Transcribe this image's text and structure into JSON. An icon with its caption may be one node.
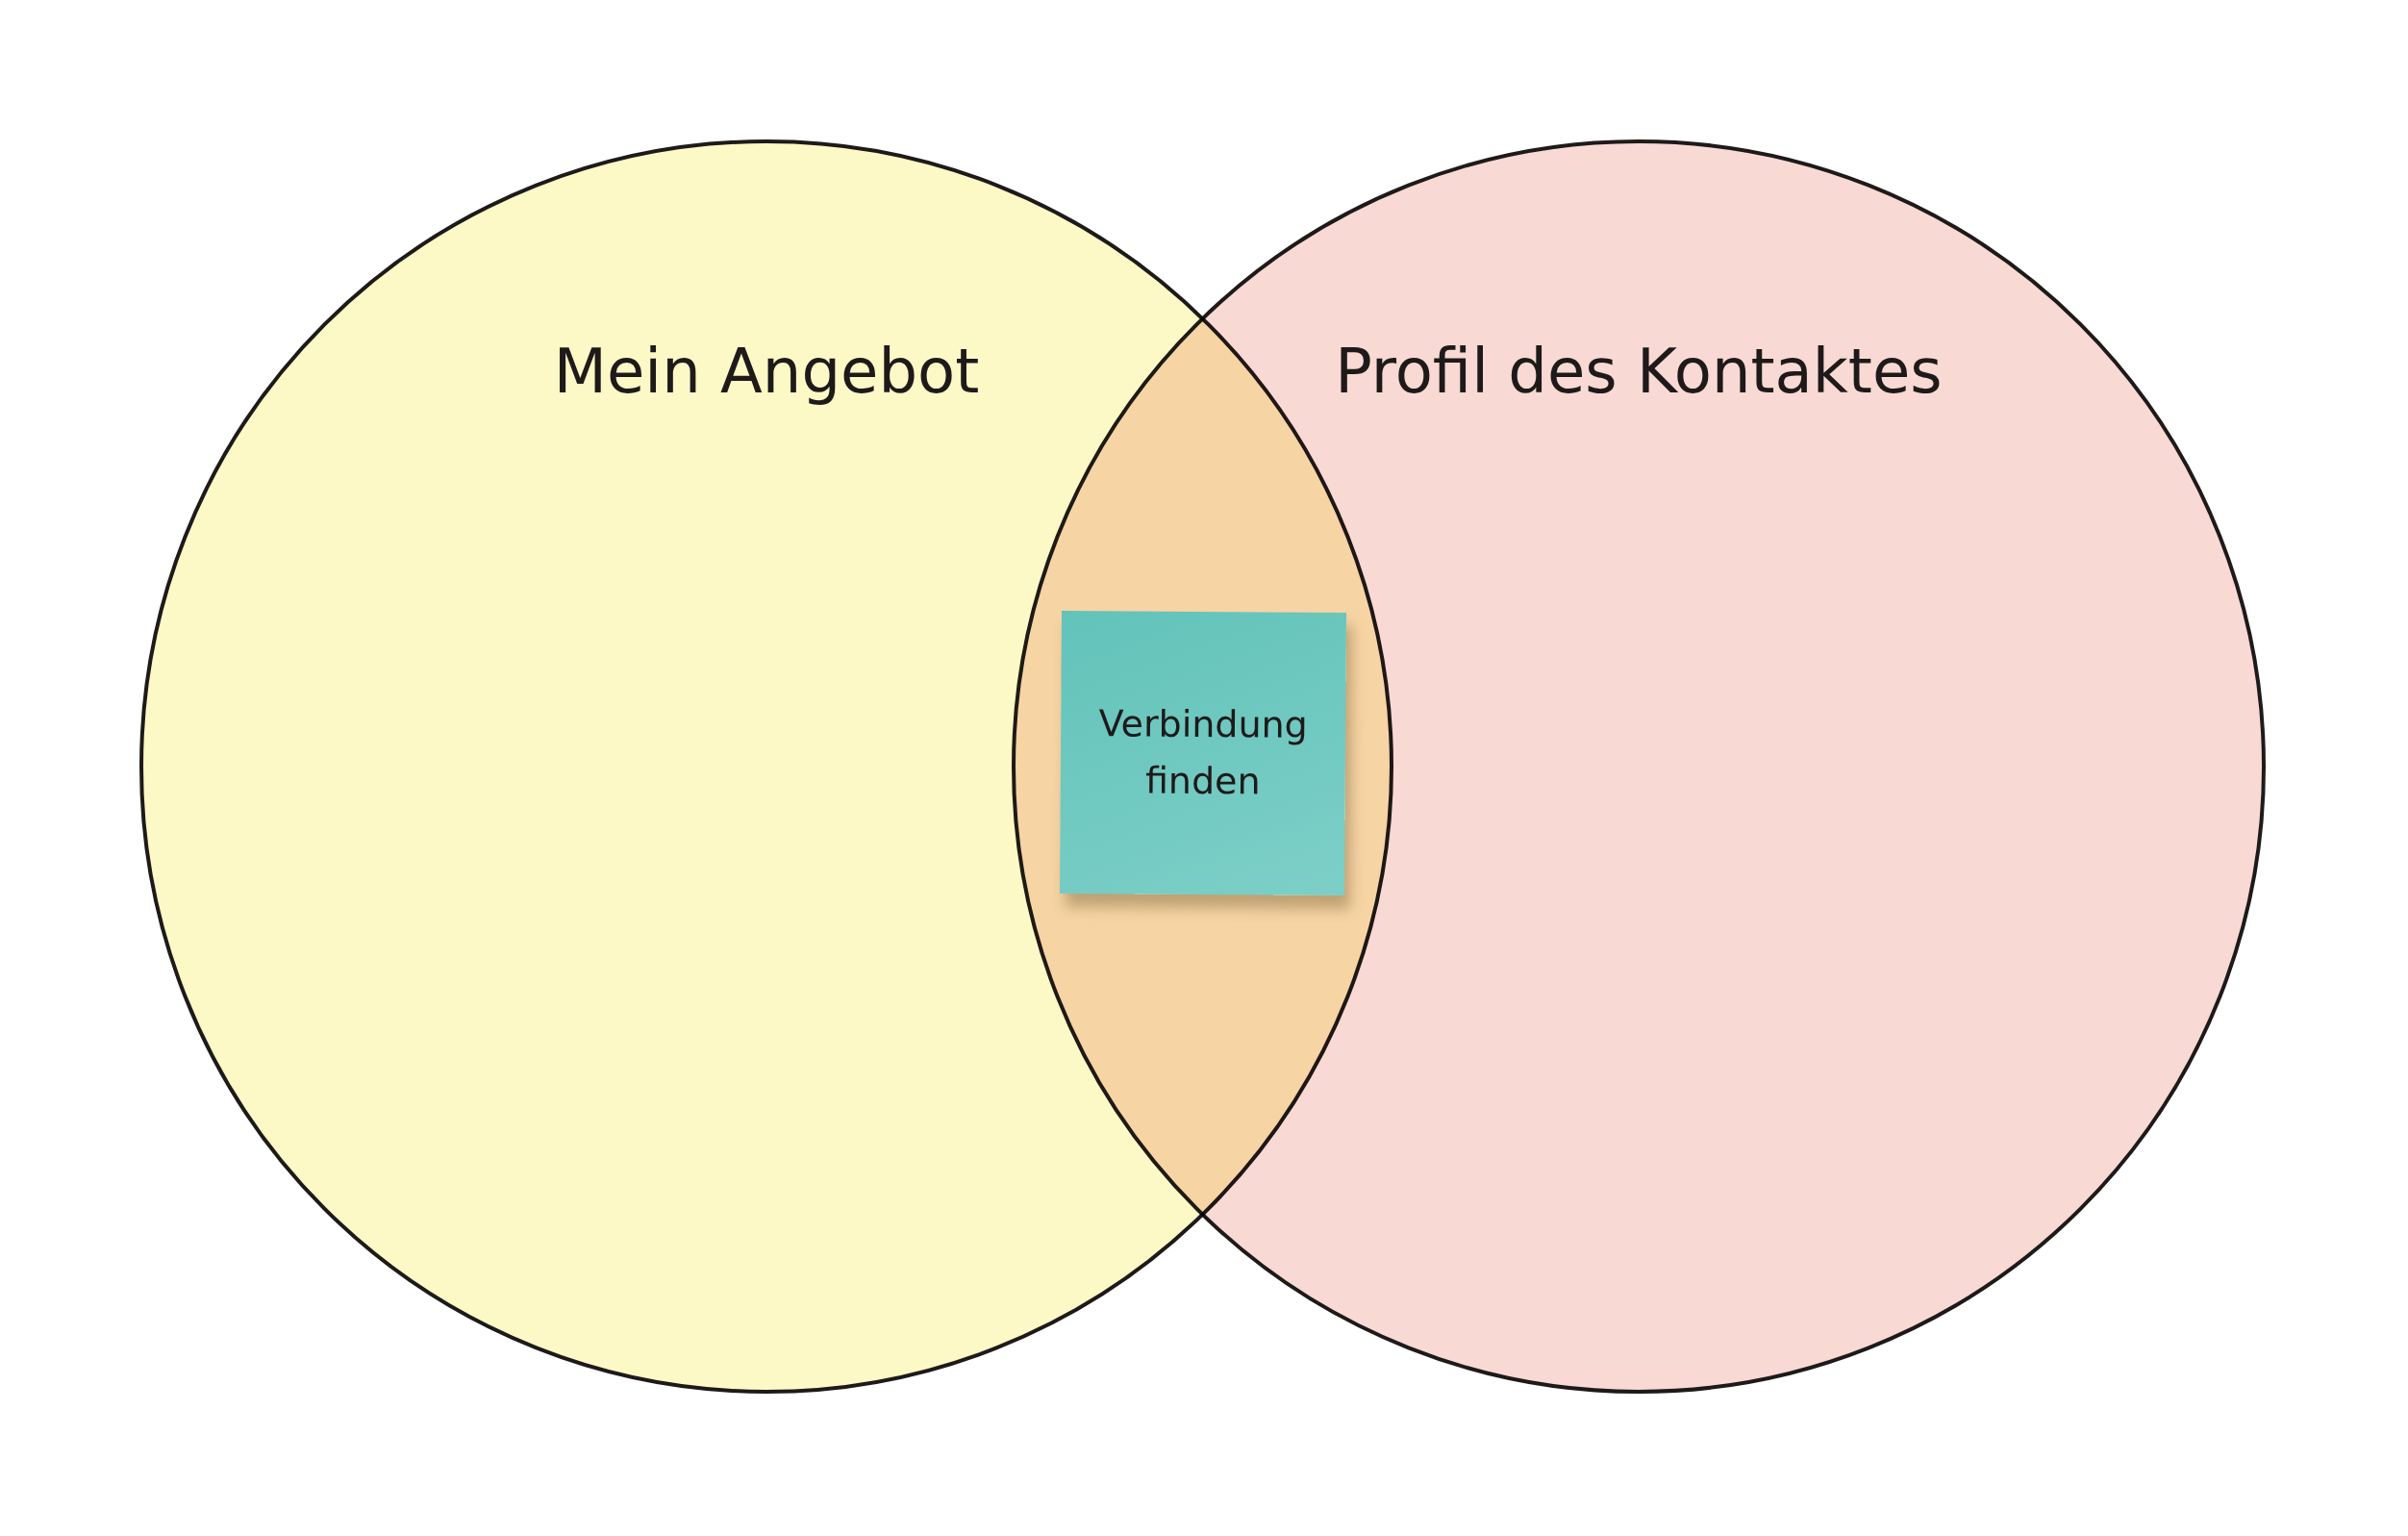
{
  "diagram": {
    "nodes": [
      {
        "text": [
          "Mein Angebot"
        ]
      },
      {
        "text": [
          "Profil des Kontaktes"
        ]
      },
      {
        "text": [
          "Verbindung finden"
        ]
      }
    ]
  }
}
